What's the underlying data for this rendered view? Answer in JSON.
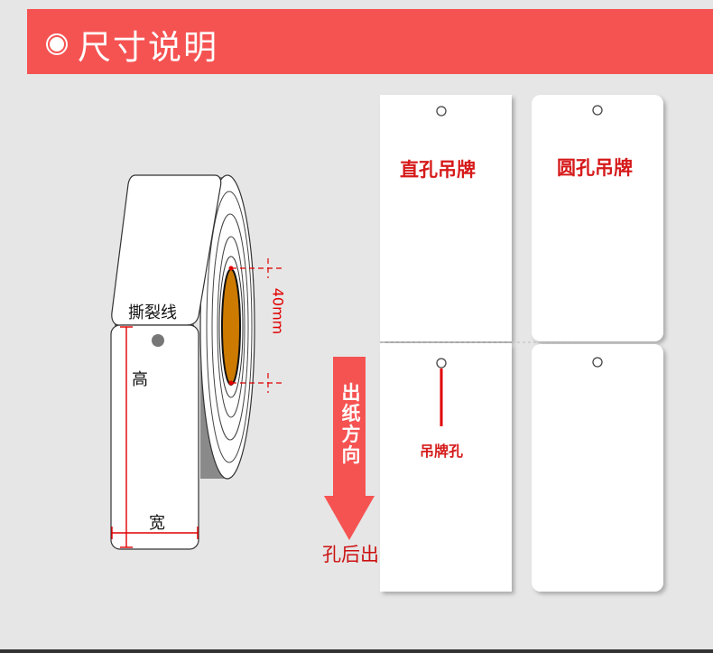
{
  "header": {
    "title": "尺寸说明"
  },
  "roll": {
    "tear_line_label": "撕裂线",
    "height_label": "高",
    "width_label": "宽",
    "core_dimension": "40mm"
  },
  "feed": {
    "direction_label": "出纸方向",
    "hole_after_label": "孔后出"
  },
  "tags": {
    "straight_title": "直孔吊牌",
    "round_title": "圆孔吊牌",
    "hole_label": "吊牌孔"
  },
  "colors": {
    "accent": "#f55352",
    "label_red": "#d61a1a",
    "core": "#cc7a00"
  }
}
